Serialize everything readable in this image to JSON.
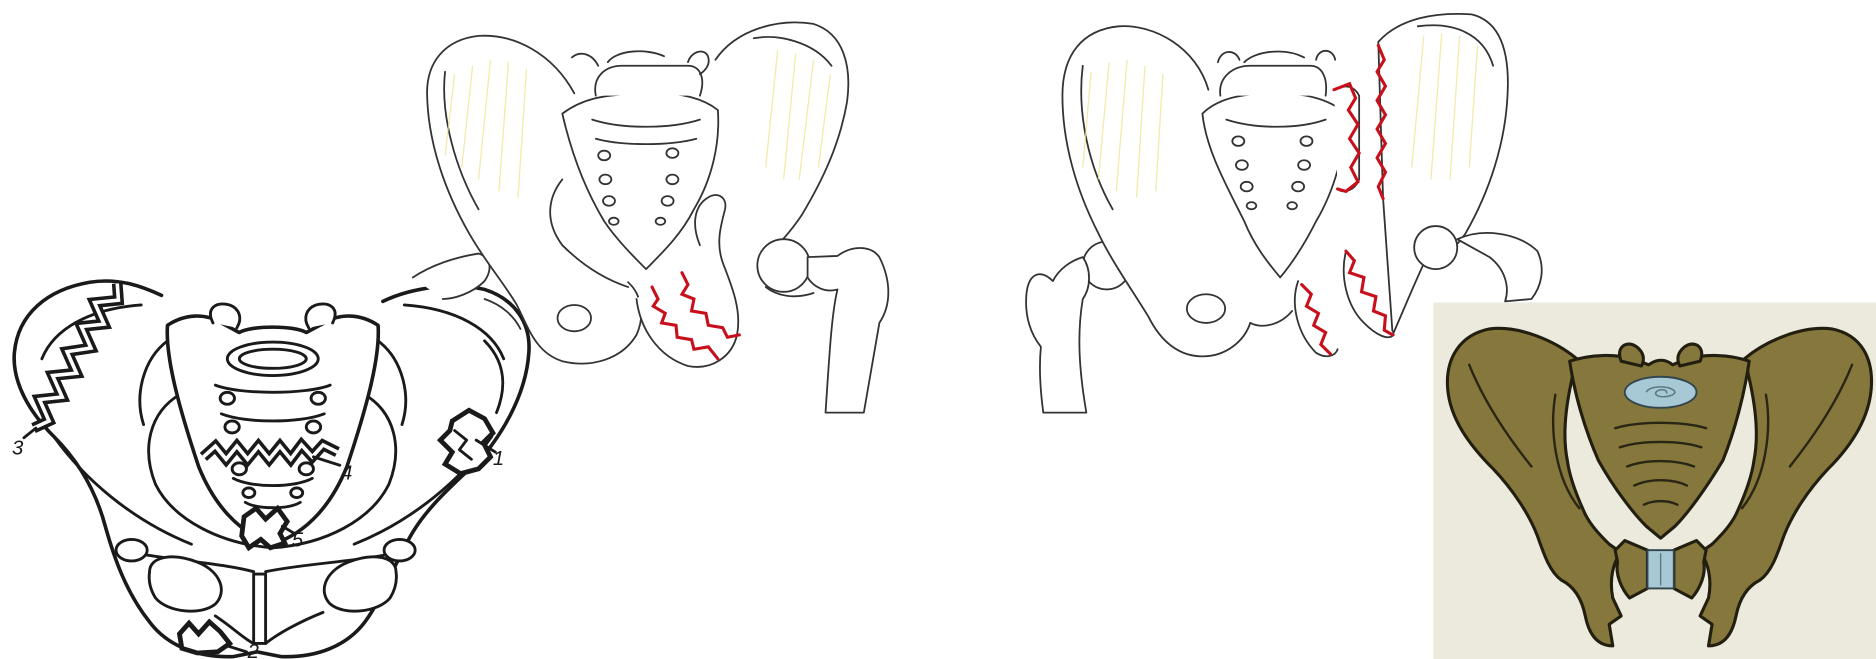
{
  "fracture_labels": [
    "1",
    "2",
    "3",
    "4",
    "5"
  ],
  "colors": {
    "outline": "#1a1a1a",
    "fracture_red": "#c8101c",
    "bone_fill_colored": "#86773c",
    "panel_background": "#ebeadd",
    "cartilage_blue": "#a7c8d5",
    "hatching_yellow": "#ebe58c"
  }
}
